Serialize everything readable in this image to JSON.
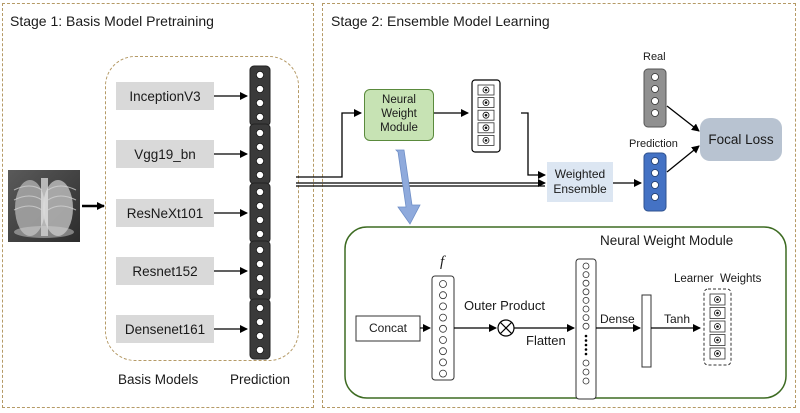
{
  "stage1": {
    "title": "Stage 1: Basis Model Pretraining",
    "models": [
      "InceptionV3",
      "Vgg19_bn",
      "ResNeXt101",
      "Resnet152",
      "Densenet161"
    ],
    "basis_label": "Basis Models",
    "prediction_label": "Prediction"
  },
  "stage2": {
    "title": "Stage 2: Ensemble Model Learning",
    "nwm_label": "Neural Weight Module",
    "weighted_ensemble": "Weighted Ensemble",
    "real_label": "Real",
    "prediction_label": "Prediction",
    "focal_loss": "Focal Loss"
  },
  "nwm": {
    "title": "Neural Weight Module",
    "concat": "Concat",
    "f_symbol": "f",
    "outer_product": "Outer Product",
    "flatten": "Flatten",
    "dense": "Dense",
    "tanh": "Tanh",
    "learner_weights": "Learner  Weights"
  },
  "colors": {
    "frame_border": "#b59a66",
    "nwm_green": "#c7e3b4",
    "nwm_green_border": "#5a8a3c",
    "module_border": "#3d6b22",
    "ensemble_fill": "#dce6f2",
    "focal_fill": "#b8c3d1",
    "real_fill": "#909090",
    "pred_fill": "#4472c4",
    "model_fill": "#d9d9d9",
    "arrow_blue": "#8faadc"
  }
}
